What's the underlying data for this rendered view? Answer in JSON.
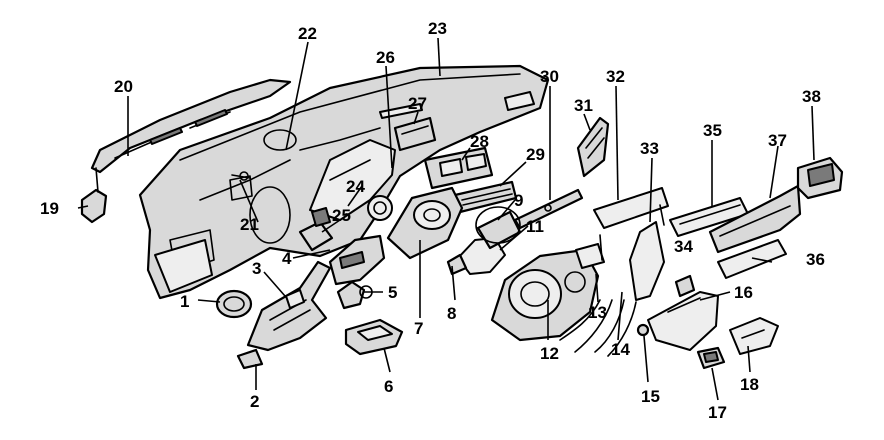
{
  "callouts": {
    "c1": "1",
    "c2": "2",
    "c3": "3",
    "c4": "4",
    "c5": "5",
    "c6": "6",
    "c7": "7",
    "c8": "8",
    "c9": "9",
    "c11": "11",
    "c12": "12",
    "c13": "13",
    "c14": "14",
    "c15": "15",
    "c16": "16",
    "c17": "17",
    "c18": "18",
    "c19": "19",
    "c20": "20",
    "c21": "21",
    "c22": "22",
    "c23": "23",
    "c24": "24",
    "c25": "25",
    "c26": "26",
    "c27": "27",
    "c28": "28",
    "c29": "29",
    "c30": "30",
    "c31": "31",
    "c32": "32",
    "c33": "33",
    "c34": "34",
    "c35": "35",
    "c36": "36",
    "c37": "37",
    "c38": "38"
  }
}
